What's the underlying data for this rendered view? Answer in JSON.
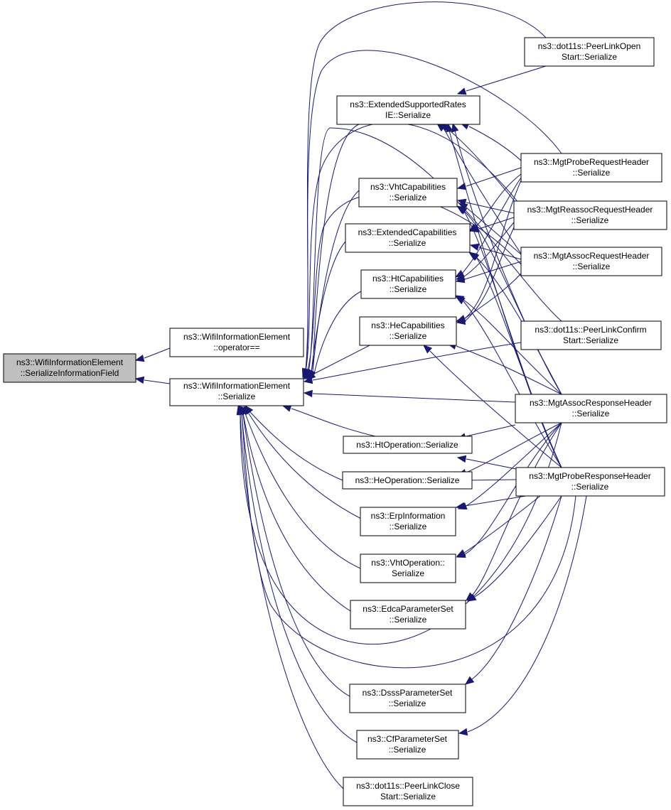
{
  "diagram": {
    "nodes": {
      "root": {
        "lines": [
          "ns3::WifiInformationElement",
          "::SerializeInformationField"
        ]
      },
      "opeq": {
        "lines": [
          "ns3::WifiInformationElement",
          "::operator=="
        ]
      },
      "ser": {
        "lines": [
          "ns3::WifiInformationElement",
          "::Serialize"
        ]
      },
      "esr": {
        "lines": [
          "ns3::ExtendedSupportedRates",
          "IE::Serialize"
        ]
      },
      "vhtc": {
        "lines": [
          "ns3::VhtCapabilities",
          "::Serialize"
        ]
      },
      "extc": {
        "lines": [
          "ns3::ExtendedCapabilities",
          "::Serialize"
        ]
      },
      "htc": {
        "lines": [
          "ns3::HtCapabilities",
          "::Serialize"
        ]
      },
      "hec": {
        "lines": [
          "ns3::HeCapabilities",
          "::Serialize"
        ]
      },
      "hto": {
        "lines": [
          "ns3::HtOperation::Serialize"
        ]
      },
      "heo": {
        "lines": [
          "ns3::HeOperation::Serialize"
        ]
      },
      "erp": {
        "lines": [
          "ns3::ErpInformation",
          "::Serialize"
        ]
      },
      "vhto": {
        "lines": [
          "ns3::VhtOperation::",
          "Serialize"
        ]
      },
      "edca": {
        "lines": [
          "ns3::EdcaParameterSet",
          "::Serialize"
        ]
      },
      "dsss": {
        "lines": [
          "ns3::DsssParameterSet",
          "::Serialize"
        ]
      },
      "cf": {
        "lines": [
          "ns3::CfParameterSet",
          "::Serialize"
        ]
      },
      "plclose": {
        "lines": [
          "ns3::dot11s::PeerLinkClose",
          "Start::Serialize"
        ]
      },
      "plopen": {
        "lines": [
          "ns3::dot11s::PeerLinkOpen",
          "Start::Serialize"
        ]
      },
      "probreq": {
        "lines": [
          "ns3::MgtProbeRequestHeader",
          "::Serialize"
        ]
      },
      "reassoc": {
        "lines": [
          "ns3::MgtReassocRequestHeader",
          "::Serialize"
        ]
      },
      "assocreq": {
        "lines": [
          "ns3::MgtAssocRequestHeader",
          "::Serialize"
        ]
      },
      "plconf": {
        "lines": [
          "ns3::dot11s::PeerLinkConfirm",
          "Start::Serialize"
        ]
      },
      "assocresp": {
        "lines": [
          "ns3::MgtAssocResponseHeader",
          "::Serialize"
        ]
      },
      "probresp": {
        "lines": [
          "ns3::MgtProbeResponseHeader",
          "::Serialize"
        ]
      }
    }
  }
}
